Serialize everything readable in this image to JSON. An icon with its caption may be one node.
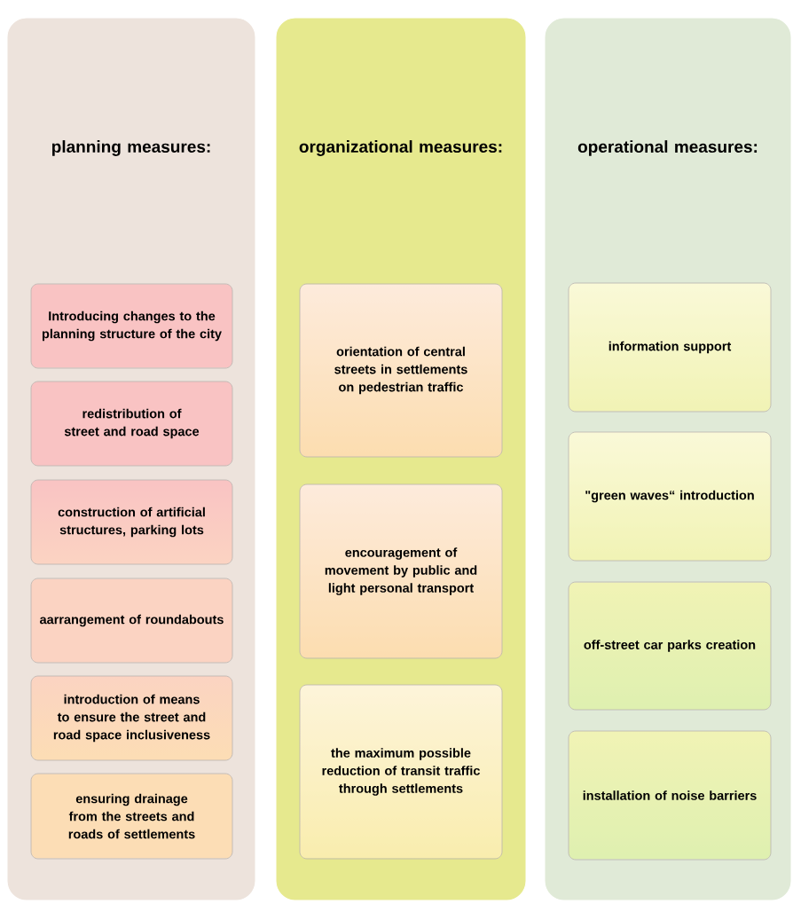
{
  "diagram": {
    "nodes": [
      {
        "text": [
          "planning measures:"
        ]
      },
      {
        "text": [
          "Introducing changes to the planning structure of the city"
        ],
        "in": 0
      },
      {
        "text": [
          "redistribution of street and road space"
        ],
        "in": 0
      },
      {
        "text": [
          "construction of artificial structures, parking lots"
        ],
        "in": 0
      },
      {
        "text": [
          "aarrangement of roundabouts"
        ],
        "in": 0
      },
      {
        "text": [
          "introduction of means to ensure the street and road space inclusiveness"
        ],
        "in": 0
      },
      {
        "text": [
          "ensuring drainage from the streets and roads of settlements"
        ],
        "in": 0
      },
      {
        "text": [
          "organizational measures:"
        ]
      },
      {
        "text": [
          "orientation of central streets in settlements on pedestrian traffic"
        ],
        "in": 7
      },
      {
        "text": [
          "encouragement of movement by public and light personal transport"
        ],
        "in": 7
      },
      {
        "text": [
          "the maximum possible reduction of transit traffic through settlements"
        ],
        "in": 7
      },
      {
        "text": [
          "operational measures:"
        ]
      },
      {
        "text": [
          "information support"
        ],
        "in": 11
      },
      {
        "text": [
          "\"green waves“ introduction"
        ],
        "in": 11
      },
      {
        "text": [
          "off-street car parks creation"
        ],
        "in": 11
      },
      {
        "text": [
          "installation of noise barriers"
        ],
        "in": 11
      }
    ]
  }
}
